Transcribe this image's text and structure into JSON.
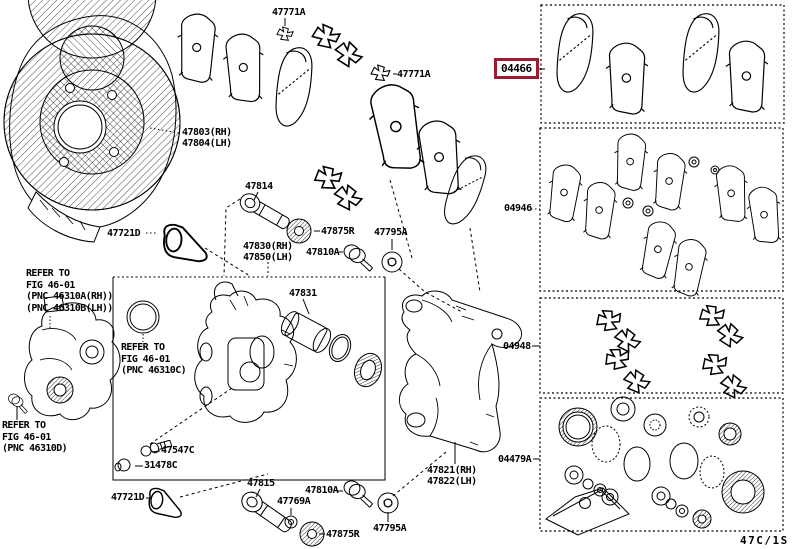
{
  "diagram": {
    "bg_color": "#ffffff",
    "ink_color": "#000000",
    "highlight_color": "#9c1b33",
    "footer_code": "47C/1S",
    "selected_part": "04466",
    "callouts": {
      "clip_top": "47771A",
      "clip_mid": "47771A",
      "pad_kit": "04466",
      "shield_rh": "47803(RH)",
      "shield_lh": "47804(LH)",
      "shim_kit": "04946",
      "fitting_kit": "04948",
      "cylinder_kit": "04479A",
      "slide_pin_upper": "47814",
      "bushing_upper": "47875R",
      "bushing_lower": "47875R",
      "boot_upper": "47721D",
      "boot_lower": "47721D",
      "caliper_rh": "47830(RH)",
      "caliper_lh": "47850(LH)",
      "bolt_upper": "47810A",
      "bolt_lower": "47810A",
      "washer_upper": "47795A",
      "washer_lower": "47795A",
      "piston": "47831",
      "bleeder_screw": "47547C",
      "bleeder_cap": "31478C",
      "slide_pin_lower": "47815",
      "gasket": "47769A",
      "bracket_rh": "47821(RH)",
      "bracket_lh": "47822(LH)"
    },
    "notes": {
      "knuckle_upper": [
        "REFER TO",
        "FIG 46-01",
        "(PNC 46310A(RH))",
        "(PNC 46310B(LH))"
      ],
      "cylinder_ring": [
        "REFER TO",
        "FIG 46-01",
        "(PNC 46310C)"
      ],
      "knuckle_lower": [
        "REFER TO",
        "FIG 46-01",
        "(PNC 46310D)"
      ]
    }
  }
}
